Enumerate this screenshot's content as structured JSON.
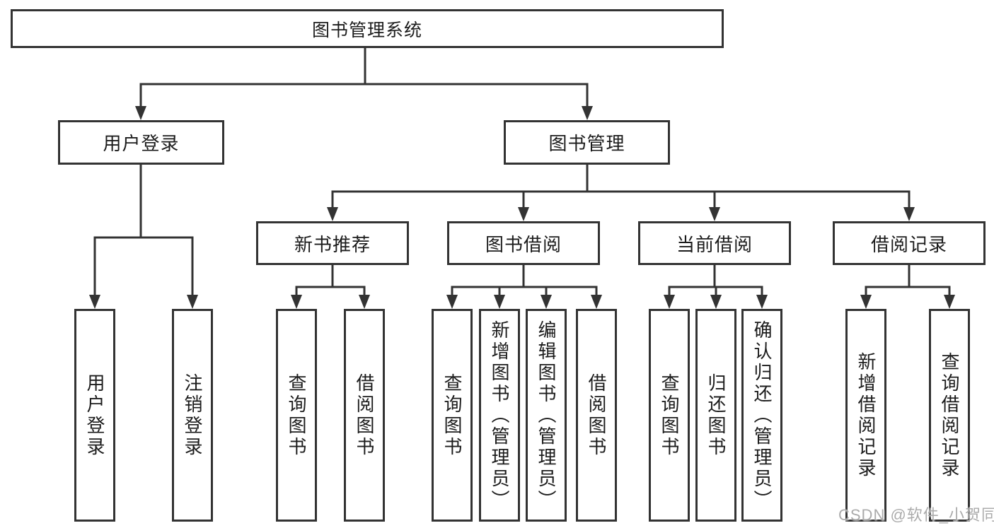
{
  "diagram_title": "图书管理系统",
  "colors": {
    "line": "#333333",
    "box_border": "#333333",
    "box_fill": "#ffffff",
    "text": "#1c1c1c",
    "watermark": "#ababab",
    "background": "#ffffff"
  },
  "tree": {
    "label": "图书管理系统",
    "children": [
      {
        "label": "用户登录",
        "children": [
          {
            "label": "用户登录"
          },
          {
            "label": "注销登录"
          }
        ]
      },
      {
        "label": "图书管理",
        "children": [
          {
            "label": "新书推荐",
            "children": [
              {
                "label": "查询图书"
              },
              {
                "label": "借阅图书"
              }
            ]
          },
          {
            "label": "图书借阅",
            "children": [
              {
                "label": "查询图书"
              },
              {
                "label": "新增图书（管理员）"
              },
              {
                "label": "编辑图书（管理员）"
              },
              {
                "label": "借阅图书"
              }
            ]
          },
          {
            "label": "当前借阅",
            "children": [
              {
                "label": "查询图书"
              },
              {
                "label": "归还图书"
              },
              {
                "label": "确认归还（管理员）"
              }
            ]
          },
          {
            "label": "借阅记录",
            "children": [
              {
                "label": "新增借阅记录"
              },
              {
                "label": "查询借阅记录"
              }
            ]
          }
        ]
      }
    ]
  },
  "watermark": "CSDN @软件_小贺同学"
}
